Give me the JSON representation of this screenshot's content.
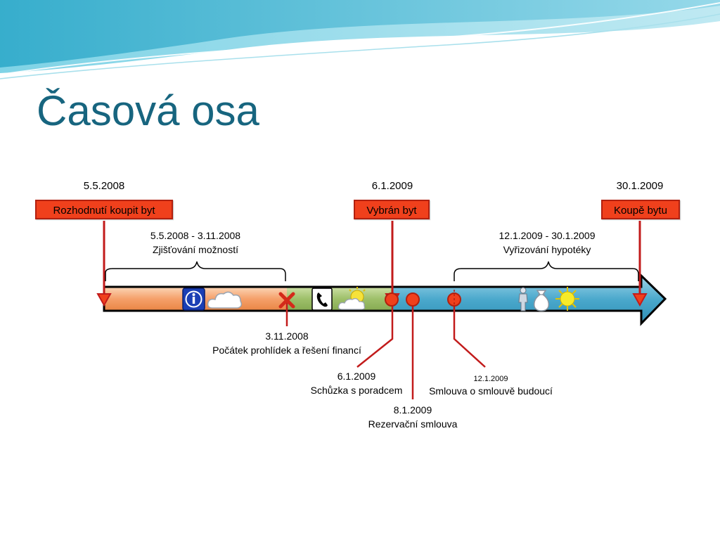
{
  "slide": {
    "title": "Časová osa"
  },
  "milestones": [
    {
      "date": "5.5.2008",
      "label": "Rozhodnutí koupit byt"
    },
    {
      "date": "6.1.2009",
      "label": "Vybrán byt"
    },
    {
      "date": "30.1.2009",
      "label": "Koupě bytu"
    }
  ],
  "periods": [
    {
      "range": "5.5.2008 - 3.11.2008",
      "label": "Zjišťování možností"
    },
    {
      "range": "12.1.2009 - 30.1.2009",
      "label": "Vyřizování hypotéky"
    }
  ],
  "events": [
    {
      "date": "3.11.2008",
      "label": "Počátek prohlídek a řešení financí"
    },
    {
      "date": "6.1.2009",
      "label": "Schůzka s poradcem"
    },
    {
      "date": "8.1.2009",
      "label": "Rezervační smlouva"
    },
    {
      "date": "12.1.2009",
      "label": "Smlouva o smlouvě budoucí"
    }
  ],
  "icons": [
    "info-icon",
    "cloud-icon",
    "phone-icon",
    "partly-sunny-icon",
    "person-icon",
    "money-bag-icon",
    "sun-icon"
  ],
  "colors": {
    "title": "#17657f",
    "marker_red": "#e8331a",
    "box_fill": "#f0401c",
    "phase1": "#f5a06a",
    "phase2": "#9ec06a",
    "phase3": "#4aa8cc"
  }
}
